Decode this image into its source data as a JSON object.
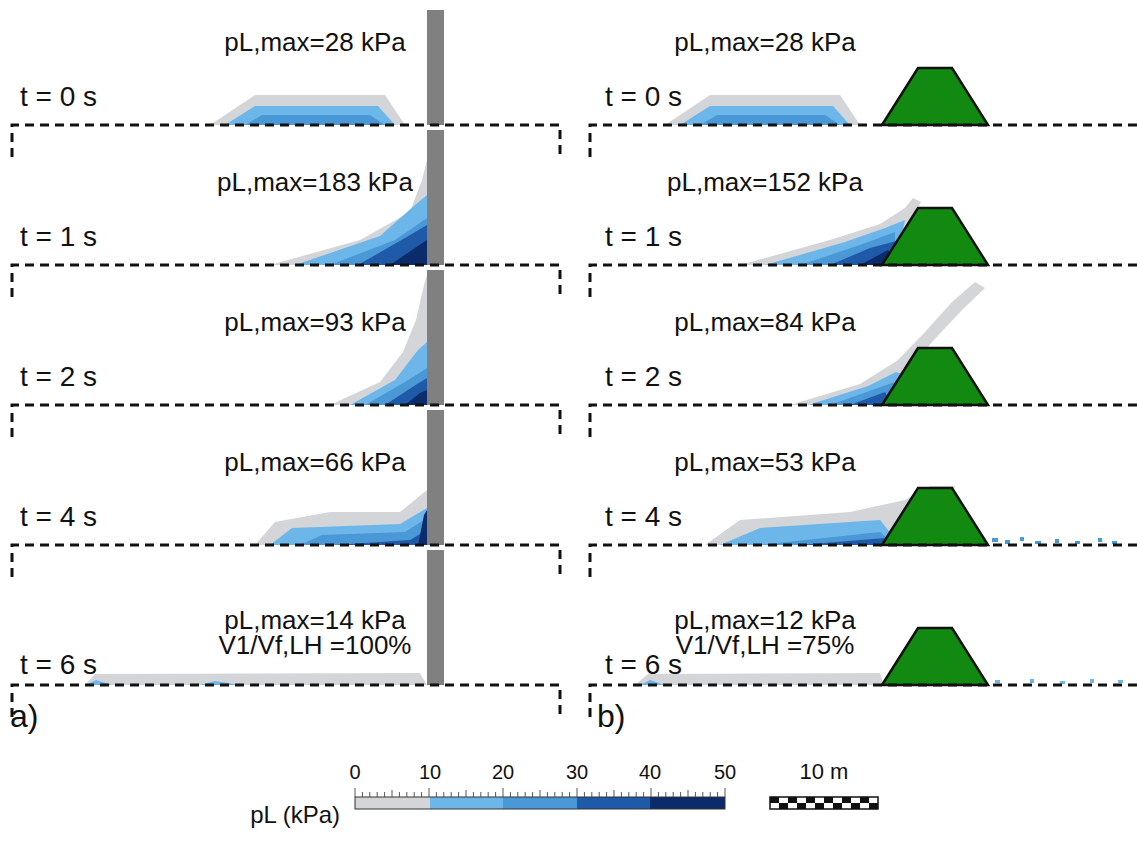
{
  "diagram": {
    "labels": [
      "pL,max=28 kPa",
      "t = 0 s",
      "pL,max=183 kPa",
      "t = 1 s",
      "pL,max=93 kPa",
      "t = 2 s",
      "pL,max=66 kPa",
      "t = 4 s",
      "pL,max=14 kPa",
      "V1/Vf,LH =100%",
      "t = 6 s",
      "pL,max=28 kPa",
      "t = 0 s",
      "pL,max=152 kPa",
      "t = 1 s",
      "pL,max=84 kPa",
      "t = 2 s",
      "pL,max=53 kPa",
      "t = 4 s",
      "pL,max=12 kPa",
      "V1/Vf,LH =75%",
      "t = 6 s",
      "a)",
      "b)",
      "0",
      "10",
      "20",
      "30",
      "40",
      "50",
      "pL (kPa)",
      "10 m"
    ]
  }
}
